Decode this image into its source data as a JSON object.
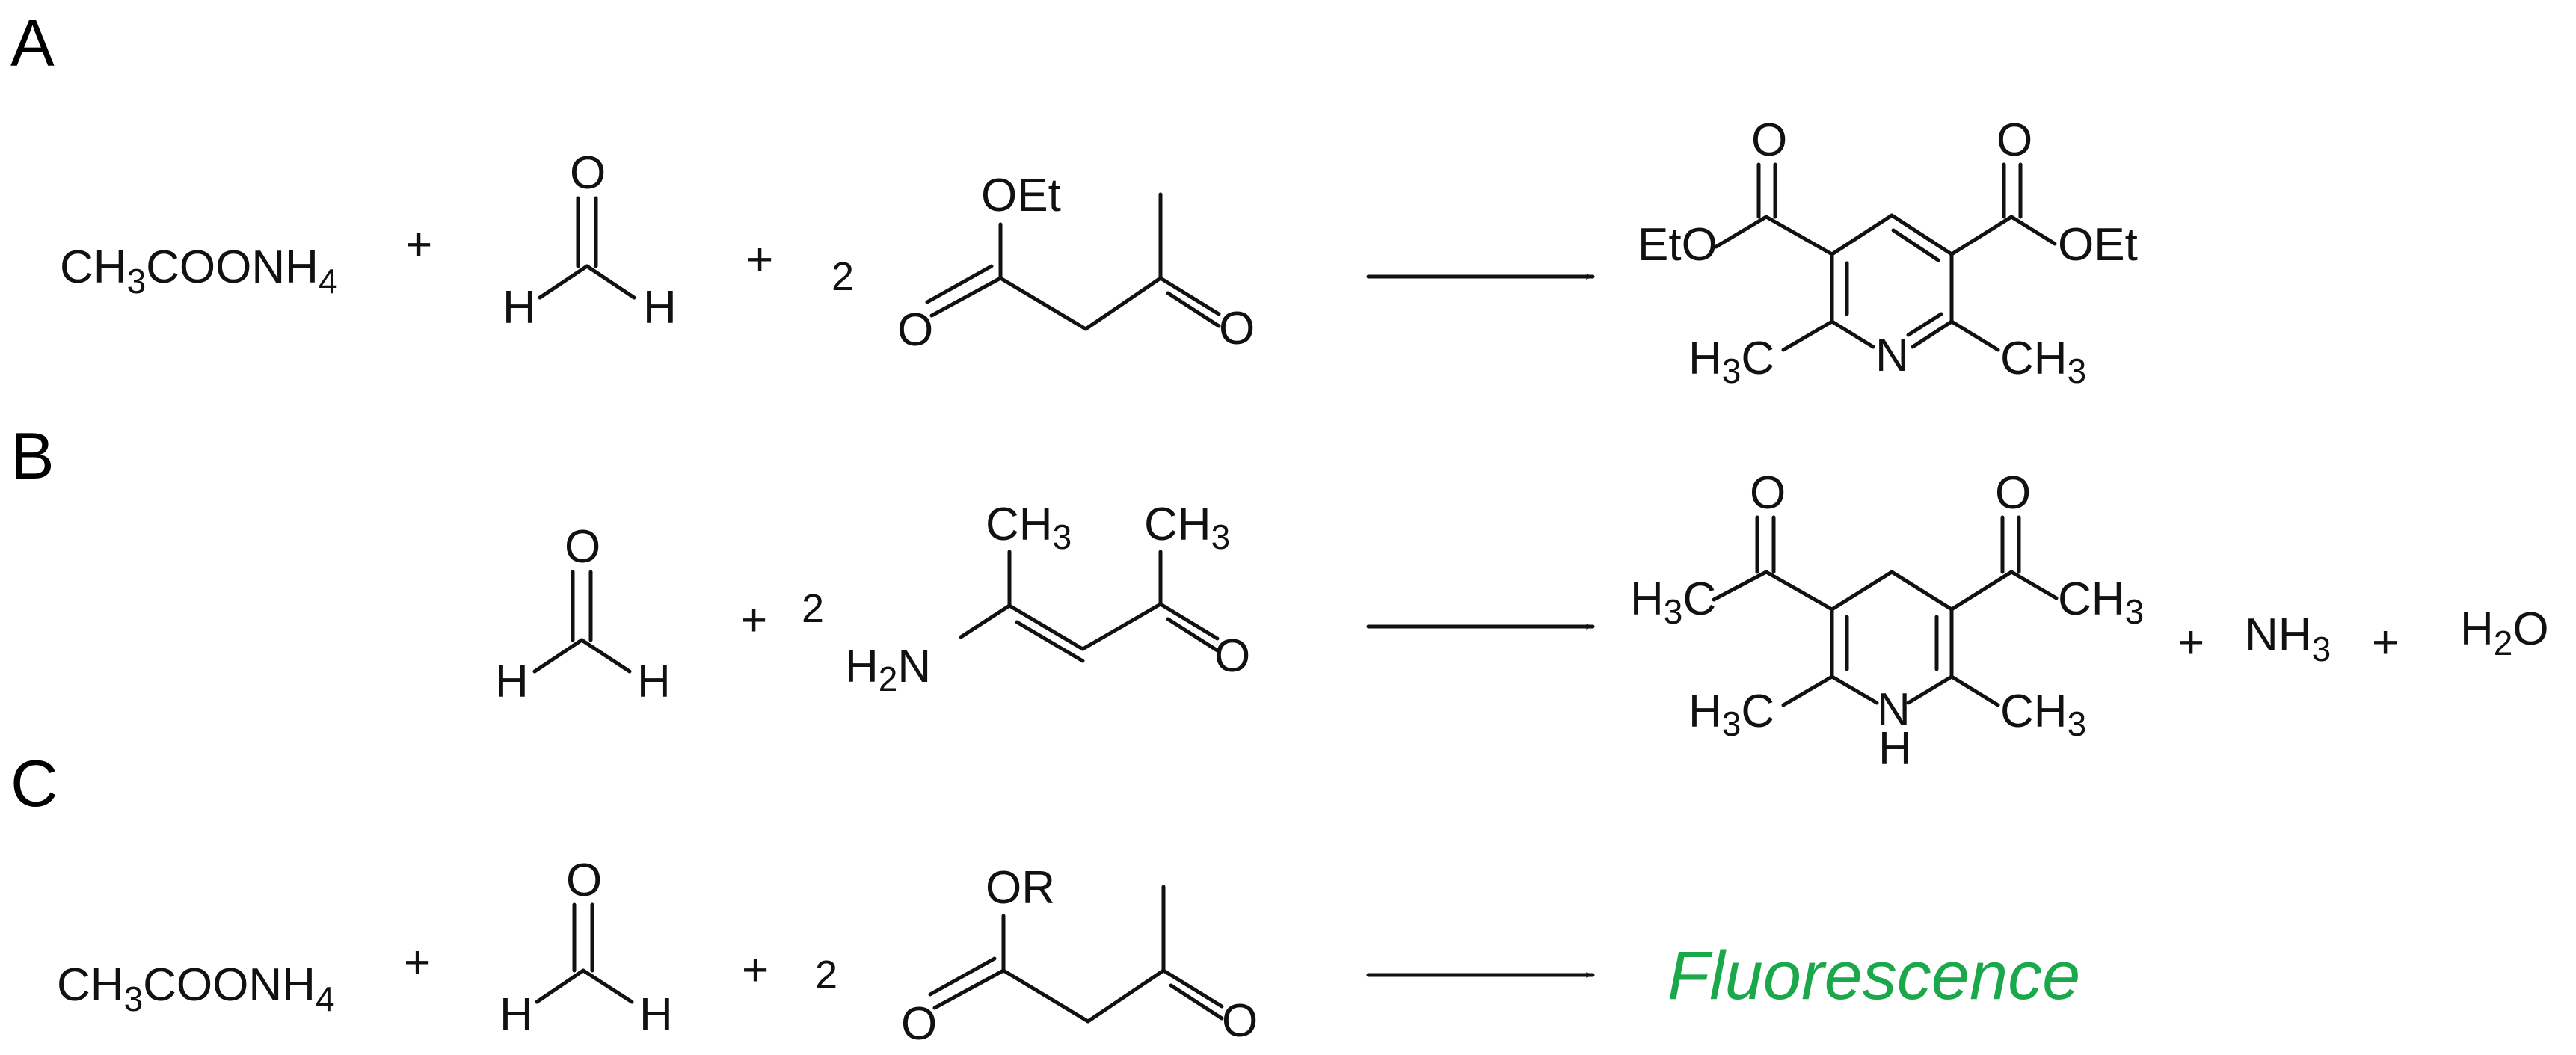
{
  "colors": {
    "ink": "#111111",
    "fluorescence": "#1aa84b"
  },
  "panels": {
    "a": {
      "letter": "A"
    },
    "b": {
      "letter": "B"
    },
    "c": {
      "letter": "C"
    }
  },
  "labels": {
    "ammonium_main": "CH",
    "ammonium_sub1": "3",
    "ammonium_mid": "COONH",
    "ammonium_sub2": "4",
    "plus": "+",
    "coef2": "2",
    "O": "O",
    "H": "H",
    "N": "N",
    "NH": "H",
    "OEt": "OEt",
    "EtO": "EtO",
    "OR": "OR",
    "CH": "CH",
    "C": "C",
    "three": "3",
    "two": "2",
    "H_prefix": "H",
    "NH3_main": "NH",
    "H2O_main": "H",
    "H2O_end": "O",
    "fluorescence": "Fluorescence"
  }
}
